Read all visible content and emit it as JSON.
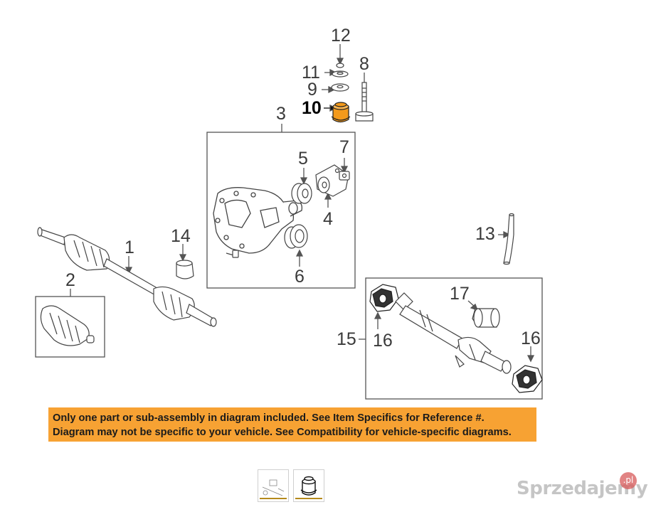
{
  "callouts": {
    "c1": "1",
    "c2": "2",
    "c3": "3",
    "c4": "4",
    "c5": "5",
    "c6": "6",
    "c7": "7",
    "c8": "8",
    "c9": "9",
    "c10": "10",
    "c11": "11",
    "c12": "12",
    "c13": "13",
    "c14": "14",
    "c15": "15",
    "c16a": "16",
    "c16b": "16",
    "c17": "17"
  },
  "notice": {
    "line1": "Only one part or sub-assembly in diagram included. See Item Specifics for Reference #.",
    "line2": "Diagram may not be specific to your vehicle. See Compatibility for vehicle-specific diagrams."
  },
  "highlight_part": "10",
  "colors": {
    "highlight": "#f39a1c",
    "notice_bg": "#f7a233",
    "line": "#555555"
  },
  "thumbnails": [
    "diagram-thumbnail",
    "part-thumbnail"
  ],
  "watermark": {
    "text": "Sprzedajemy",
    "suffix": ".pl"
  }
}
